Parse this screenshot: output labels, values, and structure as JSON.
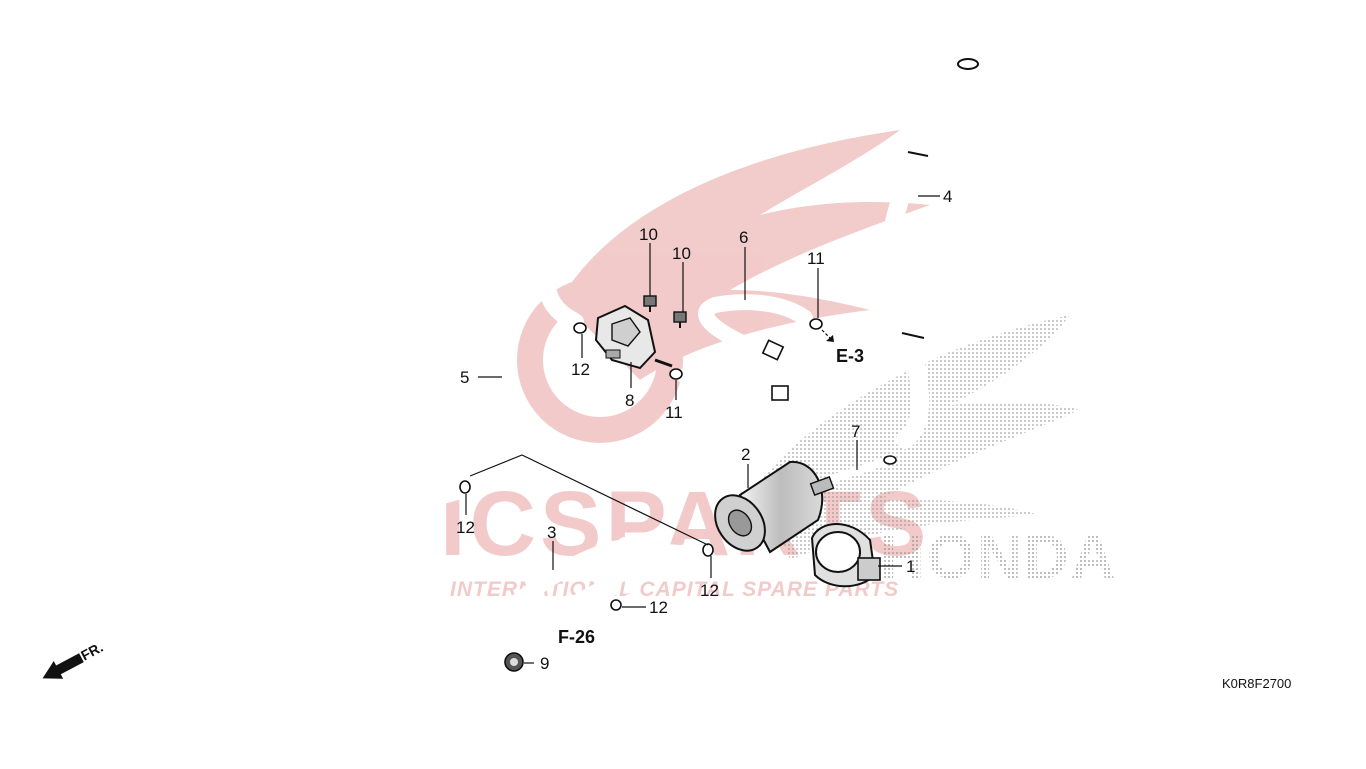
{
  "watermark": {
    "brand": "ICSPARTS",
    "tagline": "INTERNATIONAL CAPITAL SPARE PARTS",
    "maker": "HONDA",
    "color": "#e8a0a0"
  },
  "callouts": [
    {
      "id": "c1",
      "label": "1"
    },
    {
      "id": "c2",
      "label": "2"
    },
    {
      "id": "c3",
      "label": "3"
    },
    {
      "id": "c4",
      "label": "4"
    },
    {
      "id": "c5",
      "label": "5"
    },
    {
      "id": "c6",
      "label": "6"
    },
    {
      "id": "c7",
      "label": "7"
    },
    {
      "id": "c8",
      "label": "8"
    },
    {
      "id": "c9",
      "label": "9"
    },
    {
      "id": "c10a",
      "label": "10"
    },
    {
      "id": "c10b",
      "label": "10"
    },
    {
      "id": "c11a",
      "label": "11"
    },
    {
      "id": "c11b",
      "label": "11"
    },
    {
      "id": "c12a",
      "label": "12"
    },
    {
      "id": "c12b",
      "label": "12"
    },
    {
      "id": "c12c",
      "label": "12"
    },
    {
      "id": "c12d",
      "label": "12"
    }
  ],
  "references": {
    "e3": "E-3",
    "f26": "F-26"
  },
  "direction_label": "FR.",
  "diagram_code": "K0R8F2700",
  "colors": {
    "line": "#111111",
    "watermark": "#e8a0a0",
    "dots": "#9a9a9a"
  }
}
